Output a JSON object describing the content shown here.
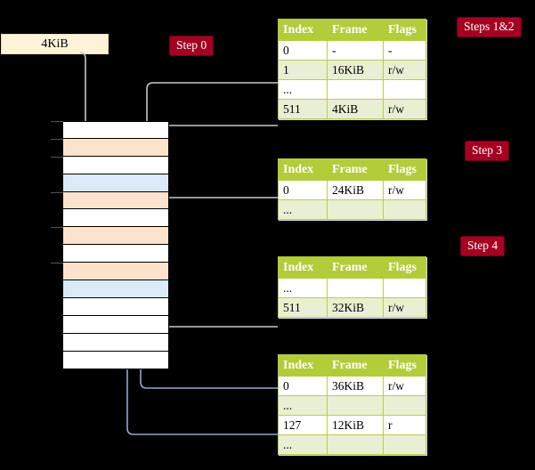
{
  "diagram": {
    "title_badges": [
      {
        "name": "step-0",
        "label": "Step 0"
      },
      {
        "name": "steps-1-2",
        "label": "Steps 1&2"
      },
      {
        "name": "step-3",
        "label": "Step 3"
      },
      {
        "name": "step-4",
        "label": "Step 4"
      }
    ],
    "virtual_address_box": {
      "label": "4KiB"
    },
    "colors": {
      "badge_bg": "#a50021",
      "table_header_bg": "#b3cc3a",
      "table_alt_row_bg": "#e9efd3",
      "table_highlight_bg": "#fcfba0",
      "frame_peach": "#fde3cc",
      "frame_blue": "#daeaf8",
      "address_box_bg": "#fdf3d8",
      "wire_grey": "#c8c8c8",
      "wire_blue": "#8fa9d0"
    }
  },
  "tables": [
    {
      "name": "level4-table",
      "columns": [
        "Index",
        "Frame",
        "Flags"
      ],
      "rows": [
        {
          "index": "0",
          "frame": "-",
          "flags": "-",
          "style": "plain",
          "highlight": false
        },
        {
          "index": "1",
          "frame": "16KiB",
          "flags": "r/w",
          "style": "alt",
          "highlight": false
        },
        {
          "index": "...",
          "frame": "",
          "flags": "",
          "style": "plain",
          "highlight": false
        },
        {
          "index": "511",
          "frame": "4KiB",
          "flags": "r/w",
          "style": "alt",
          "highlight": true
        }
      ]
    },
    {
      "name": "level3-table",
      "columns": [
        "Index",
        "Frame",
        "Flags"
      ],
      "rows": [
        {
          "index": "0",
          "frame": "24KiB",
          "flags": "r/w",
          "style": "plain",
          "highlight": false
        },
        {
          "index": "...",
          "frame": "",
          "flags": "",
          "style": "alt",
          "highlight": false
        }
      ]
    },
    {
      "name": "level2-table",
      "columns": [
        "Index",
        "Frame",
        "Flags"
      ],
      "rows": [
        {
          "index": "...",
          "frame": "",
          "flags": "",
          "style": "plain",
          "highlight": false
        },
        {
          "index": "511",
          "frame": "32KiB",
          "flags": "r/w",
          "style": "alt",
          "highlight": false
        }
      ]
    },
    {
      "name": "level1-table",
      "columns": [
        "Index",
        "Frame",
        "Flags"
      ],
      "rows": [
        {
          "index": "0",
          "frame": "36KiB",
          "flags": "r/w",
          "style": "plain",
          "highlight": false
        },
        {
          "index": "...",
          "frame": "",
          "flags": "",
          "style": "alt",
          "highlight": false
        },
        {
          "index": "127",
          "frame": "12KiB",
          "flags": "r",
          "style": "plain",
          "highlight": false
        },
        {
          "index": "...",
          "frame": "",
          "flags": "",
          "style": "alt",
          "highlight": false
        }
      ]
    }
  ],
  "memory_column": {
    "name": "physical-memory-column",
    "frames": [
      {
        "fill": "white"
      },
      {
        "fill": "peach"
      },
      {
        "fill": "white"
      },
      {
        "fill": "blue"
      },
      {
        "fill": "peach"
      },
      {
        "fill": "white"
      },
      {
        "fill": "peach"
      },
      {
        "fill": "white"
      },
      {
        "fill": "peach"
      },
      {
        "fill": "blue"
      },
      {
        "fill": "white"
      },
      {
        "fill": "white"
      },
      {
        "fill": "white"
      },
      {
        "fill": "white"
      }
    ]
  }
}
